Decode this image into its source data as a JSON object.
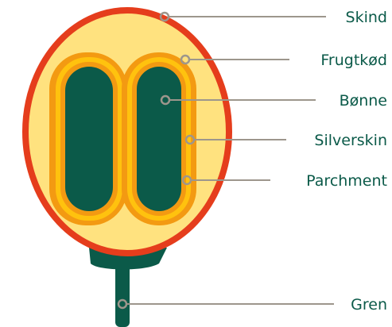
{
  "colors": {
    "skin": "#e53d1c",
    "pulp": "#ffe27f",
    "parchment": "#f39a12",
    "silverskin": "#ffc20e",
    "bean": "#0b5a49",
    "stem": "#0b5a49",
    "leader": "#9d968c",
    "label_text": "#0b5a49"
  },
  "labels": [
    {
      "id": "skind",
      "text": "Skind"
    },
    {
      "id": "frugtkod",
      "text": "Frugtkød"
    },
    {
      "id": "bonne",
      "text": "Bønne"
    },
    {
      "id": "silverskin",
      "text": "Silverskin"
    },
    {
      "id": "parchment",
      "text": "Parchment"
    },
    {
      "id": "gren",
      "text": "Gren"
    }
  ]
}
